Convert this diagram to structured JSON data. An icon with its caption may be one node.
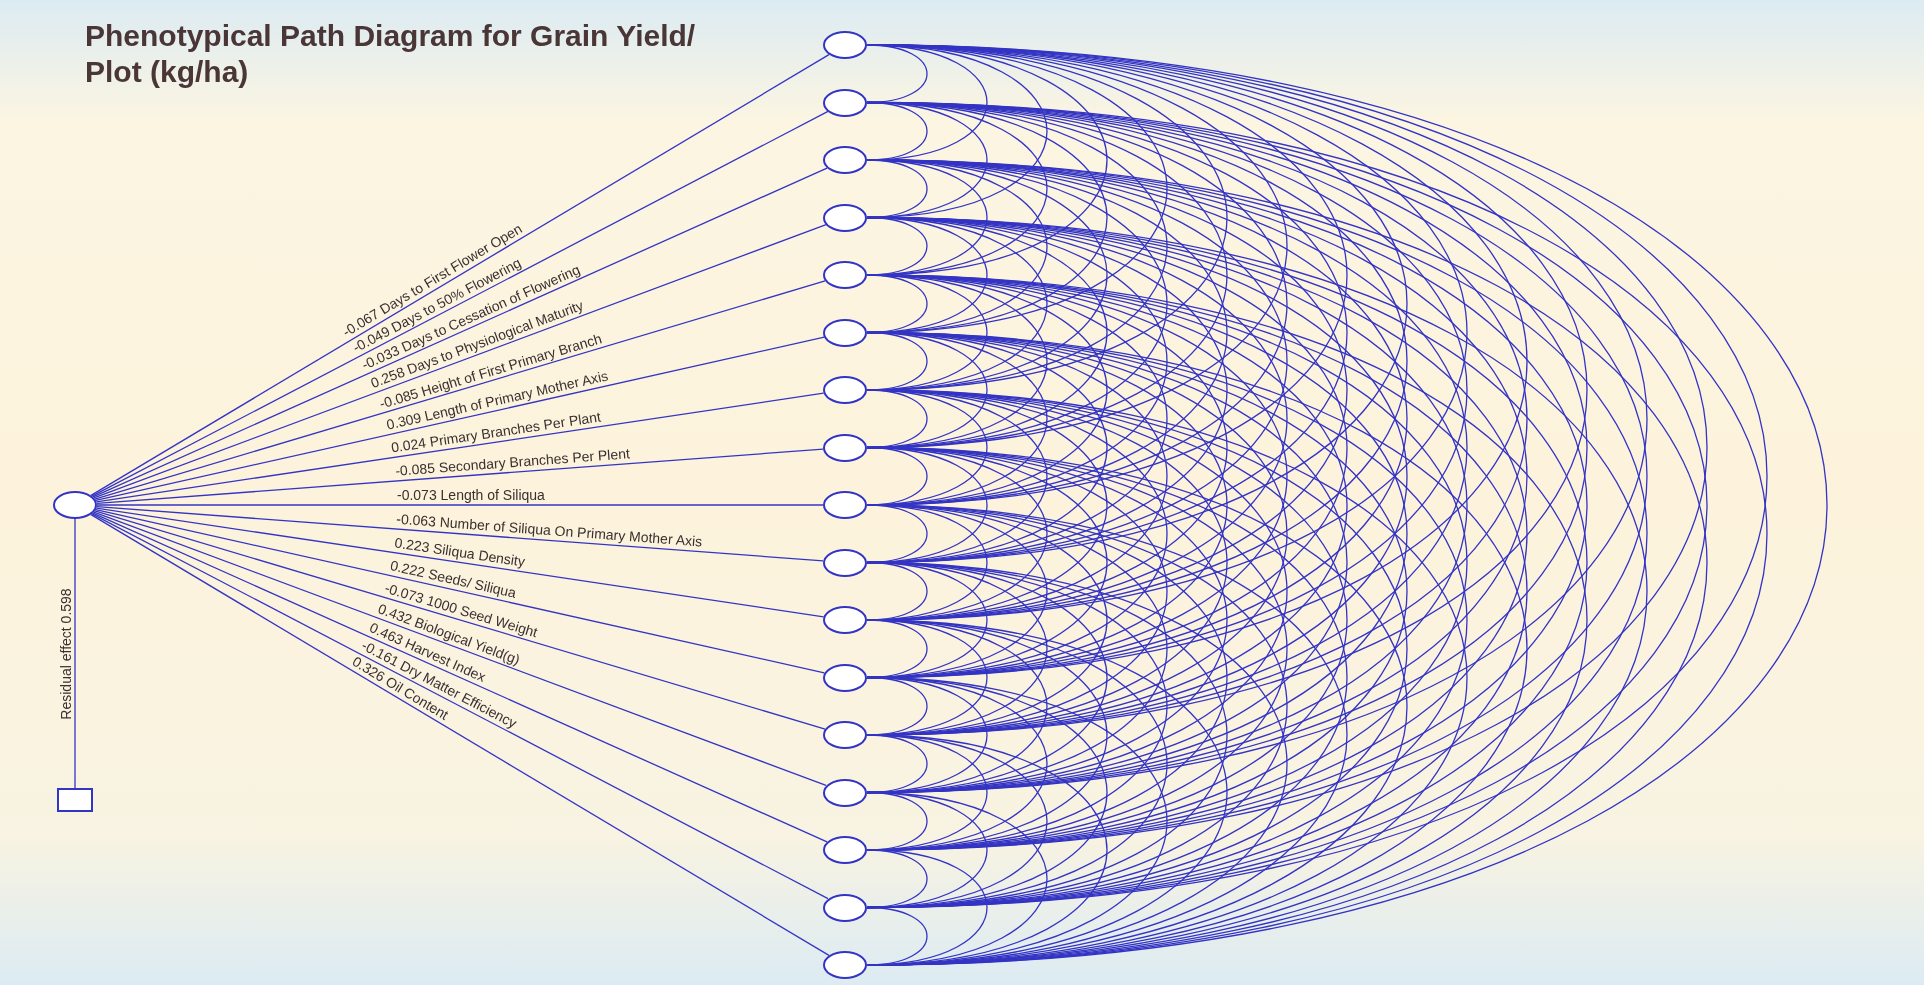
{
  "diagram": {
    "title": "Phenotypical Path Diagram for Grain Yield/ Plot (kg/ha)",
    "nodes": [
      {
        "text": [],
        "shape": "circle"
      },
      {
        "text": [],
        "shape": "circle"
      },
      {
        "text": [],
        "shape": "circle"
      },
      {
        "text": [],
        "shape": "circle"
      },
      {
        "text": [],
        "shape": "circle"
      },
      {
        "text": [],
        "shape": "circle"
      },
      {
        "text": [],
        "shape": "circle"
      },
      {
        "text": [],
        "shape": "circle"
      },
      {
        "text": [],
        "shape": "circle"
      },
      {
        "text": [],
        "shape": "circle"
      },
      {
        "text": [],
        "shape": "circle"
      },
      {
        "text": [],
        "shape": "circle"
      },
      {
        "text": [],
        "shape": "circle"
      },
      {
        "text": [],
        "shape": "circle"
      },
      {
        "text": [],
        "shape": "circle"
      },
      {
        "text": [],
        "shape": "circle"
      },
      {
        "text": [],
        "shape": "circle"
      },
      {
        "text": [],
        "shape": "circle"
      },
      {
        "text": [],
        "shape": "box"
      }
    ],
    "edges": [
      {
        "from": 0,
        "to": 1,
        "arrow": "none",
        "label": "-0.067 Days to First Flower Open"
      },
      {
        "from": 0,
        "to": 2,
        "arrow": "none",
        "label": "-0.049 Days to 50% Flowering"
      },
      {
        "from": 0,
        "to": 3,
        "arrow": "none",
        "label": "-0.033 Days to Cessation of Flowering"
      },
      {
        "from": 0,
        "to": 4,
        "arrow": "none",
        "label": "0.258 Days to Physiological Maturity"
      },
      {
        "from": 0,
        "to": 5,
        "arrow": "none",
        "label": "-0.085 Height of First Primary Branch"
      },
      {
        "from": 0,
        "to": 6,
        "arrow": "none",
        "label": "0.309 Length of Primary Mother Axis"
      },
      {
        "from": 0,
        "to": 7,
        "arrow": "none",
        "label": "0.024 Primary Branches Per Plant"
      },
      {
        "from": 0,
        "to": 8,
        "arrow": "none",
        "label": "-0.085 Secondary Branches Per Plent"
      },
      {
        "from": 0,
        "to": 9,
        "arrow": "none",
        "label": "-0.073 Length of Siliqua"
      },
      {
        "from": 0,
        "to": 10,
        "arrow": "none",
        "label": "-0.063 Number of Siliqua On Primary Mother Axis"
      },
      {
        "from": 0,
        "to": 11,
        "arrow": "none",
        "label": "0.223 Siliqua Density"
      },
      {
        "from": 0,
        "to": 12,
        "arrow": "none",
        "label": "0.222 Seeds/ Siliqua"
      },
      {
        "from": 0,
        "to": 13,
        "arrow": "none",
        "label": "-0.073 1000 Seed Weight"
      },
      {
        "from": 0,
        "to": 14,
        "arrow": "none",
        "label": "0.432 Biological Yield(g)"
      },
      {
        "from": 0,
        "to": 15,
        "arrow": "none",
        "label": "0.463 Harvest Index"
      },
      {
        "from": 0,
        "to": 16,
        "arrow": "none",
        "label": "-0.161 Dry Matter Efficiency"
      },
      {
        "from": 0,
        "to": 17,
        "arrow": "none",
        "label": "0.326 Oil Content"
      },
      {
        "from": 0,
        "to": 18,
        "arrow": "none",
        "label": "Residual effect 0.598"
      },
      {
        "from": 1,
        "to": 2,
        "arrow": "none"
      },
      {
        "from": 1,
        "to": 3,
        "arrow": "none"
      },
      {
        "from": 1,
        "to": 4,
        "arrow": "none"
      },
      {
        "from": 1,
        "to": 5,
        "arrow": "none"
      },
      {
        "from": 1,
        "to": 6,
        "arrow": "none"
      },
      {
        "from": 1,
        "to": 7,
        "arrow": "none"
      },
      {
        "from": 1,
        "to": 8,
        "arrow": "none"
      },
      {
        "from": 1,
        "to": 9,
        "arrow": "none"
      },
      {
        "from": 1,
        "to": 10,
        "arrow": "none"
      },
      {
        "from": 1,
        "to": 11,
        "arrow": "none"
      },
      {
        "from": 1,
        "to": 12,
        "arrow": "none"
      },
      {
        "from": 1,
        "to": 13,
        "arrow": "none"
      },
      {
        "from": 1,
        "to": 14,
        "arrow": "none"
      },
      {
        "from": 1,
        "to": 15,
        "arrow": "none"
      },
      {
        "from": 1,
        "to": 16,
        "arrow": "none"
      },
      {
        "from": 1,
        "to": 17,
        "arrow": "none"
      },
      {
        "from": 2,
        "to": 3,
        "arrow": "none"
      },
      {
        "from": 2,
        "to": 4,
        "arrow": "none"
      },
      {
        "from": 2,
        "to": 5,
        "arrow": "none"
      },
      {
        "from": 2,
        "to": 6,
        "arrow": "none"
      },
      {
        "from": 2,
        "to": 7,
        "arrow": "none"
      },
      {
        "from": 2,
        "to": 8,
        "arrow": "none"
      },
      {
        "from": 2,
        "to": 9,
        "arrow": "none"
      },
      {
        "from": 2,
        "to": 10,
        "arrow": "none"
      },
      {
        "from": 2,
        "to": 11,
        "arrow": "none"
      },
      {
        "from": 2,
        "to": 12,
        "arrow": "none"
      },
      {
        "from": 2,
        "to": 13,
        "arrow": "none"
      },
      {
        "from": 2,
        "to": 14,
        "arrow": "none"
      },
      {
        "from": 2,
        "to": 15,
        "arrow": "none"
      },
      {
        "from": 2,
        "to": 16,
        "arrow": "none"
      },
      {
        "from": 2,
        "to": 17,
        "arrow": "none"
      },
      {
        "from": 3,
        "to": 4,
        "arrow": "none"
      },
      {
        "from": 3,
        "to": 5,
        "arrow": "none"
      },
      {
        "from": 3,
        "to": 6,
        "arrow": "none"
      },
      {
        "from": 3,
        "to": 7,
        "arrow": "none"
      },
      {
        "from": 3,
        "to": 8,
        "arrow": "none"
      },
      {
        "from": 3,
        "to": 9,
        "arrow": "none"
      },
      {
        "from": 3,
        "to": 10,
        "arrow": "none"
      },
      {
        "from": 3,
        "to": 11,
        "arrow": "none"
      },
      {
        "from": 3,
        "to": 12,
        "arrow": "none"
      },
      {
        "from": 3,
        "to": 13,
        "arrow": "none"
      },
      {
        "from": 3,
        "to": 14,
        "arrow": "none"
      },
      {
        "from": 3,
        "to": 15,
        "arrow": "none"
      },
      {
        "from": 3,
        "to": 16,
        "arrow": "none"
      },
      {
        "from": 3,
        "to": 17,
        "arrow": "none"
      },
      {
        "from": 4,
        "to": 5,
        "arrow": "none"
      },
      {
        "from": 4,
        "to": 6,
        "arrow": "none"
      },
      {
        "from": 4,
        "to": 7,
        "arrow": "none"
      },
      {
        "from": 4,
        "to": 8,
        "arrow": "none"
      },
      {
        "from": 4,
        "to": 9,
        "arrow": "none"
      },
      {
        "from": 4,
        "to": 10,
        "arrow": "none"
      },
      {
        "from": 4,
        "to": 11,
        "arrow": "none"
      },
      {
        "from": 4,
        "to": 12,
        "arrow": "none"
      },
      {
        "from": 4,
        "to": 13,
        "arrow": "none"
      },
      {
        "from": 4,
        "to": 14,
        "arrow": "none"
      },
      {
        "from": 4,
        "to": 15,
        "arrow": "none"
      },
      {
        "from": 4,
        "to": 16,
        "arrow": "none"
      },
      {
        "from": 4,
        "to": 17,
        "arrow": "none"
      },
      {
        "from": 5,
        "to": 6,
        "arrow": "none"
      },
      {
        "from": 5,
        "to": 7,
        "arrow": "none"
      },
      {
        "from": 5,
        "to": 8,
        "arrow": "none"
      },
      {
        "from": 5,
        "to": 9,
        "arrow": "none"
      },
      {
        "from": 5,
        "to": 10,
        "arrow": "none"
      },
      {
        "from": 5,
        "to": 11,
        "arrow": "none"
      },
      {
        "from": 5,
        "to": 12,
        "arrow": "none"
      },
      {
        "from": 5,
        "to": 13,
        "arrow": "none"
      },
      {
        "from": 5,
        "to": 14,
        "arrow": "none"
      },
      {
        "from": 5,
        "to": 15,
        "arrow": "none"
      },
      {
        "from": 5,
        "to": 16,
        "arrow": "none"
      },
      {
        "from": 5,
        "to": 17,
        "arrow": "none"
      },
      {
        "from": 6,
        "to": 7,
        "arrow": "none"
      },
      {
        "from": 6,
        "to": 8,
        "arrow": "none"
      },
      {
        "from": 6,
        "to": 9,
        "arrow": "none"
      },
      {
        "from": 6,
        "to": 10,
        "arrow": "none"
      },
      {
        "from": 6,
        "to": 11,
        "arrow": "none"
      },
      {
        "from": 6,
        "to": 12,
        "arrow": "none"
      },
      {
        "from": 6,
        "to": 13,
        "arrow": "none"
      },
      {
        "from": 6,
        "to": 14,
        "arrow": "none"
      },
      {
        "from": 6,
        "to": 15,
        "arrow": "none"
      },
      {
        "from": 6,
        "to": 16,
        "arrow": "none"
      },
      {
        "from": 6,
        "to": 17,
        "arrow": "none"
      },
      {
        "from": 7,
        "to": 8,
        "arrow": "none"
      },
      {
        "from": 7,
        "to": 9,
        "arrow": "none"
      },
      {
        "from": 7,
        "to": 10,
        "arrow": "none"
      },
      {
        "from": 7,
        "to": 11,
        "arrow": "none"
      },
      {
        "from": 7,
        "to": 12,
        "arrow": "none"
      },
      {
        "from": 7,
        "to": 13,
        "arrow": "none"
      },
      {
        "from": 7,
        "to": 14,
        "arrow": "none"
      },
      {
        "from": 7,
        "to": 15,
        "arrow": "none"
      },
      {
        "from": 7,
        "to": 16,
        "arrow": "none"
      },
      {
        "from": 7,
        "to": 17,
        "arrow": "none"
      },
      {
        "from": 8,
        "to": 9,
        "arrow": "none"
      },
      {
        "from": 8,
        "to": 10,
        "arrow": "none"
      },
      {
        "from": 8,
        "to": 11,
        "arrow": "none"
      },
      {
        "from": 8,
        "to": 12,
        "arrow": "none"
      },
      {
        "from": 8,
        "to": 13,
        "arrow": "none"
      },
      {
        "from": 8,
        "to": 14,
        "arrow": "none"
      },
      {
        "from": 8,
        "to": 15,
        "arrow": "none"
      },
      {
        "from": 8,
        "to": 16,
        "arrow": "none"
      },
      {
        "from": 8,
        "to": 17,
        "arrow": "none"
      },
      {
        "from": 9,
        "to": 10,
        "arrow": "none"
      },
      {
        "from": 9,
        "to": 11,
        "arrow": "none"
      },
      {
        "from": 9,
        "to": 12,
        "arrow": "none"
      },
      {
        "from": 9,
        "to": 13,
        "arrow": "none"
      },
      {
        "from": 9,
        "to": 14,
        "arrow": "none"
      },
      {
        "from": 9,
        "to": 15,
        "arrow": "none"
      },
      {
        "from": 9,
        "to": 16,
        "arrow": "none"
      },
      {
        "from": 9,
        "to": 17,
        "arrow": "none"
      },
      {
        "from": 10,
        "to": 11,
        "arrow": "none"
      },
      {
        "from": 10,
        "to": 12,
        "arrow": "none"
      },
      {
        "from": 10,
        "to": 13,
        "arrow": "none"
      },
      {
        "from": 10,
        "to": 14,
        "arrow": "none"
      },
      {
        "from": 10,
        "to": 15,
        "arrow": "none"
      },
      {
        "from": 10,
        "to": 16,
        "arrow": "none"
      },
      {
        "from": 10,
        "to": 17,
        "arrow": "none"
      },
      {
        "from": 11,
        "to": 12,
        "arrow": "none"
      },
      {
        "from": 11,
        "to": 13,
        "arrow": "none"
      },
      {
        "from": 11,
        "to": 14,
        "arrow": "none"
      },
      {
        "from": 11,
        "to": 15,
        "arrow": "none"
      },
      {
        "from": 11,
        "to": 16,
        "arrow": "none"
      },
      {
        "from": 11,
        "to": 17,
        "arrow": "none"
      },
      {
        "from": 12,
        "to": 13,
        "arrow": "none"
      },
      {
        "from": 12,
        "to": 14,
        "arrow": "none"
      },
      {
        "from": 12,
        "to": 15,
        "arrow": "none"
      },
      {
        "from": 12,
        "to": 16,
        "arrow": "none"
      },
      {
        "from": 12,
        "to": 17,
        "arrow": "none"
      },
      {
        "from": 13,
        "to": 14,
        "arrow": "none"
      },
      {
        "from": 13,
        "to": 15,
        "arrow": "none"
      },
      {
        "from": 13,
        "to": 16,
        "arrow": "none"
      },
      {
        "from": 13,
        "to": 17,
        "arrow": "none"
      },
      {
        "from": 14,
        "to": 15,
        "arrow": "none"
      },
      {
        "from": 14,
        "to": 16,
        "arrow": "none"
      },
      {
        "from": 14,
        "to": 17,
        "arrow": "none"
      },
      {
        "from": 15,
        "to": 16,
        "arrow": "none"
      },
      {
        "from": 15,
        "to": 17,
        "arrow": "none"
      },
      {
        "from": 16,
        "to": 17,
        "arrow": "none"
      }
    ]
  }
}
